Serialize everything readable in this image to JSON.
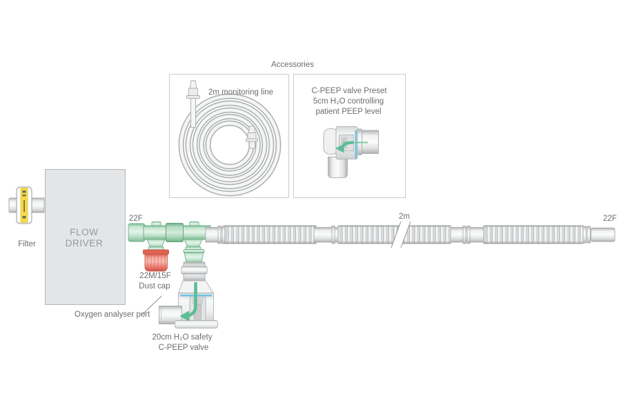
{
  "diagram": {
    "accessories": {
      "title": "Accessories",
      "monitoring_line_label": "2m monitoring line",
      "preset_valve_label": [
        "C-PEEP valve Preset",
        "5cm H₂O controlling",
        "patient PEEP level"
      ]
    },
    "filter_label": "Filter",
    "flow_driver": [
      "FLOW",
      "DRIVER"
    ],
    "circuit": {
      "start_connector_size": "22F",
      "dust_cap_label": [
        "22M/15F",
        "Dust cap"
      ],
      "oxygen_port_label": "Oxygen analyser port",
      "safety_valve_label": [
        "20cm H₂O safety",
        "C-PEEP valve"
      ],
      "tube_length": "2m",
      "end_connector_size": "22F"
    },
    "colors": {
      "tube_green": "#a9d9bb",
      "dust_cap_red": "#ee8275",
      "filter_band_yellow": "#f7da45",
      "valve_arrow_green": "#5bbc95",
      "valve_line_blue": "#6fc2e2",
      "label_gray": "#6a6c6e",
      "tube_gray": "#e8e9ea"
    }
  }
}
